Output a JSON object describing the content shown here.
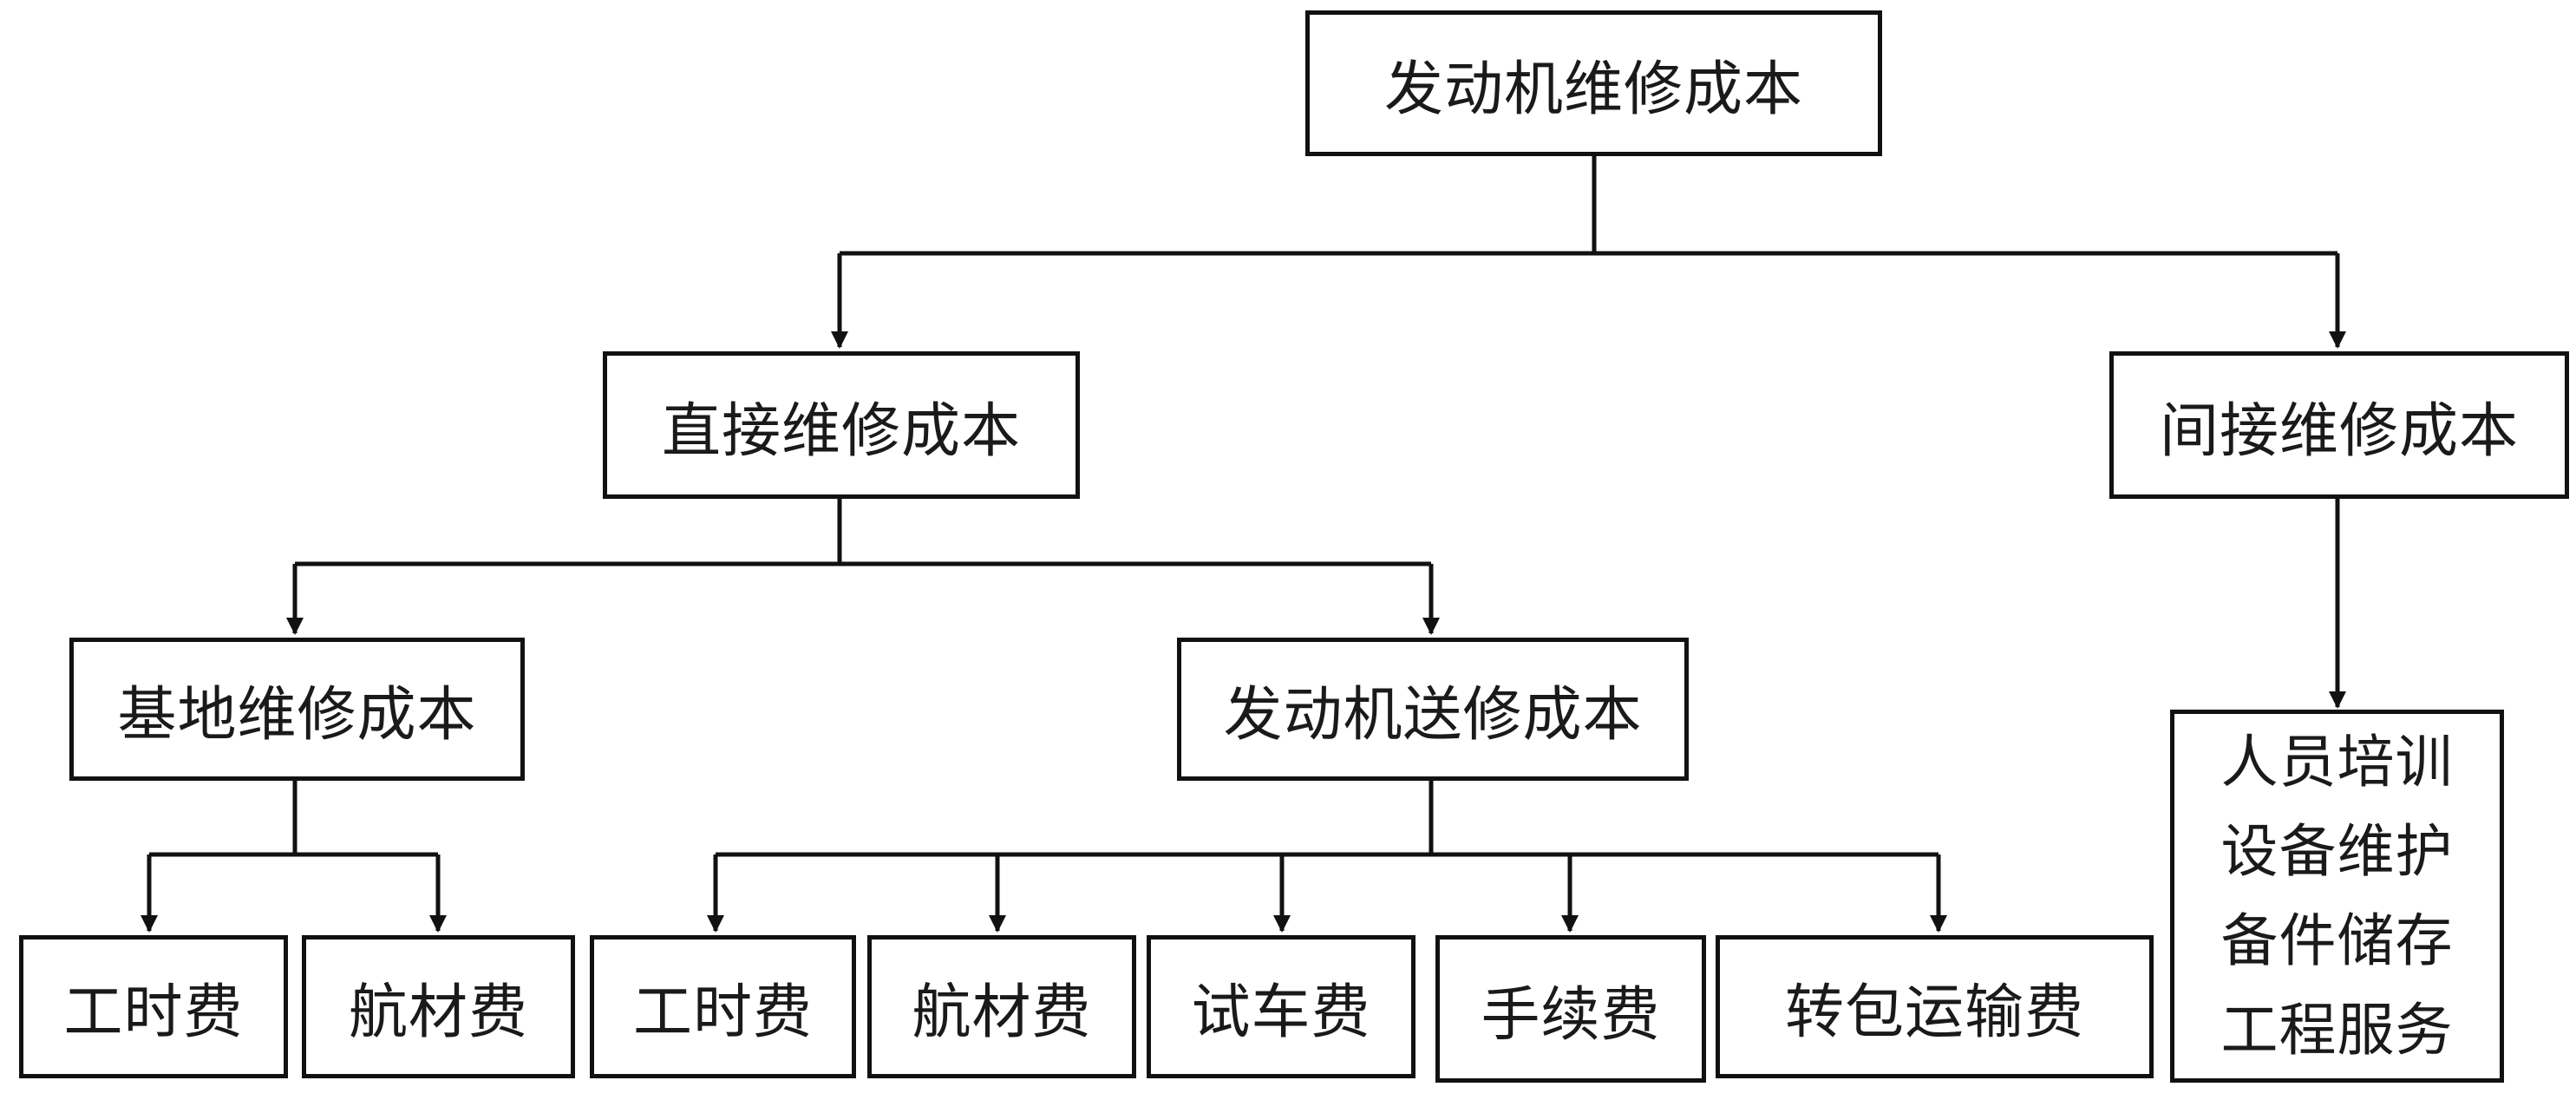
{
  "root": {
    "label": "发动机维修成本"
  },
  "direct": {
    "label": "直接维修成本"
  },
  "indirect": {
    "label": "间接维修成本",
    "items": [
      "人员培训",
      "设备维护",
      "备件储存",
      "工程服务"
    ]
  },
  "base": {
    "label": "基地维修成本",
    "children": [
      "工时费",
      "航材费"
    ]
  },
  "shop": {
    "label": "发动机送修成本",
    "children": [
      "工时费",
      "航材费",
      "试车费",
      "手续费",
      "转包运输费"
    ]
  },
  "colors": {
    "line": "#111111",
    "text": "#1a1a1a",
    "background": "#ffffff"
  }
}
